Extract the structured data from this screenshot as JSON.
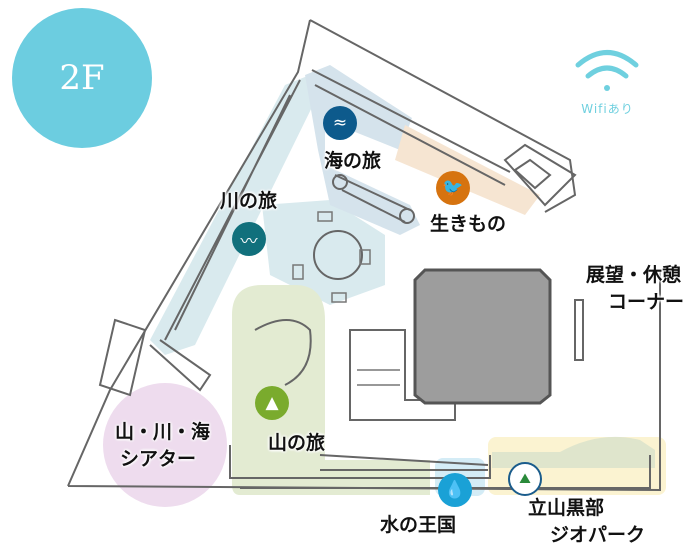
{
  "floor": {
    "label": "2F",
    "color": "#6ccde0"
  },
  "wifi": {
    "label": "Wifiあり",
    "icon": "wifi-icon",
    "color": "#6fd0df"
  },
  "zones": [
    {
      "id": "sea",
      "label": "海の旅",
      "icon": "wave-icon",
      "color": "#0d5a8c"
    },
    {
      "id": "creatures",
      "label": "生きもの",
      "icon": "bird-icon",
      "color": "#d6730f"
    },
    {
      "id": "river",
      "label": "川の旅",
      "icon": "river-icon",
      "color": "#11707c"
    },
    {
      "id": "observation",
      "label_line1": "展望・休憩",
      "label_line2": "コーナー"
    },
    {
      "id": "theater",
      "label_line1": "山・川・海",
      "label_line2": "シアター"
    },
    {
      "id": "mountain",
      "label": "山の旅",
      "icon": "mountain-icon",
      "color": "#7aab2d"
    },
    {
      "id": "water",
      "label": "水の王国",
      "icon": "water-drop-icon",
      "color": "#1aa1d6"
    },
    {
      "id": "geopark",
      "label_line1": "立山黒部",
      "label_line2": "ジオパーク",
      "icon": "geopark-logo-icon"
    }
  ]
}
